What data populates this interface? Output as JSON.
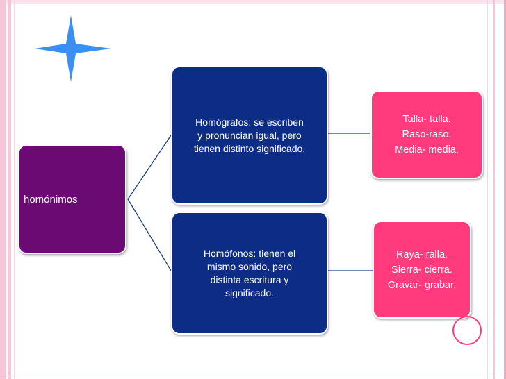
{
  "diagram": {
    "root": {
      "label": "homónimos"
    },
    "branches": [
      {
        "lines": [
          "Homógrafos:  se  escriben",
          "y  pronuncian  igual, pero",
          "tienen  distinto  significado."
        ],
        "examples": [
          "Talla- talla.",
          "Raso-raso.",
          "Media- media."
        ]
      },
      {
        "lines": [
          "Homófonos: tienen  el",
          "mismo  sonido, pero",
          "distinta  escritura  y",
          "significado."
        ],
        "examples": [
          "Raya- ralla.",
          "Sierra- cierra.",
          "Gravar- grabar."
        ]
      }
    ]
  },
  "colors": {
    "root_fill": "#6b0a73",
    "branch_fill": "#0d2c86",
    "example_fill": "#ff3b7e",
    "connector": "#1a3a8a",
    "star": "#3a8ff0"
  },
  "decorations": {
    "top_left": "four-point-star-icon",
    "bottom_right": "ring-icon"
  }
}
